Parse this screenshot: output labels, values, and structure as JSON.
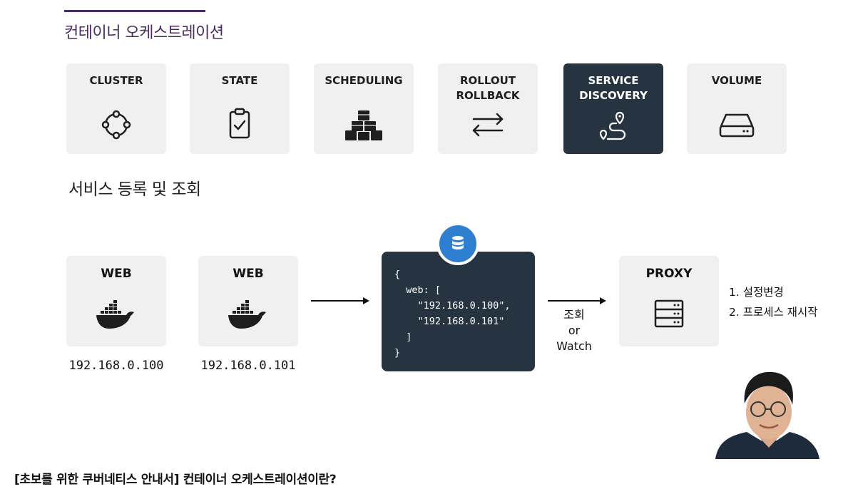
{
  "slide": {
    "title": "컨테이너 오케스트레이션"
  },
  "features": [
    {
      "label": "CLUSTER",
      "icon": "cluster-icon",
      "active": false
    },
    {
      "label": "STATE",
      "icon": "clipboard-check-icon",
      "active": false
    },
    {
      "label": "SCHEDULING",
      "icon": "boxes-icon",
      "active": false
    },
    {
      "label": "ROLLOUT\nROLLBACK",
      "icon": "swap-arrows-icon",
      "active": false
    },
    {
      "label": "SERVICE\nDISCOVERY",
      "icon": "route-icon",
      "active": true
    },
    {
      "label": "VOLUME",
      "icon": "hard-drive-icon",
      "active": false
    }
  ],
  "section": {
    "heading": "서비스 등록 및 조회"
  },
  "web_nodes": [
    {
      "label": "WEB",
      "ip": "192.168.0.100",
      "icon": "docker-icon"
    },
    {
      "label": "WEB",
      "ip": "192.168.0.101",
      "icon": "docker-icon"
    }
  ],
  "registry": {
    "icon": "database-icon",
    "code": "{\n  web: [\n    \"192.168.0.100\",\n    \"192.168.0.101\"\n  ]\n}"
  },
  "watch": {
    "label": "조회\nor\nWatch"
  },
  "proxy": {
    "label": "PROXY",
    "icon": "server-icon",
    "steps": [
      "1. 설정변경",
      "2. 프로세스 재시작"
    ]
  },
  "caption": "[초보를 위한 쿠버네티스 안내서] 컨테이너 오케스트레이션이란?",
  "colors": {
    "title": "#4b2d63",
    "card": "#f0f0f0",
    "dark_card": "#263442",
    "badge": "#2f7fd1"
  }
}
